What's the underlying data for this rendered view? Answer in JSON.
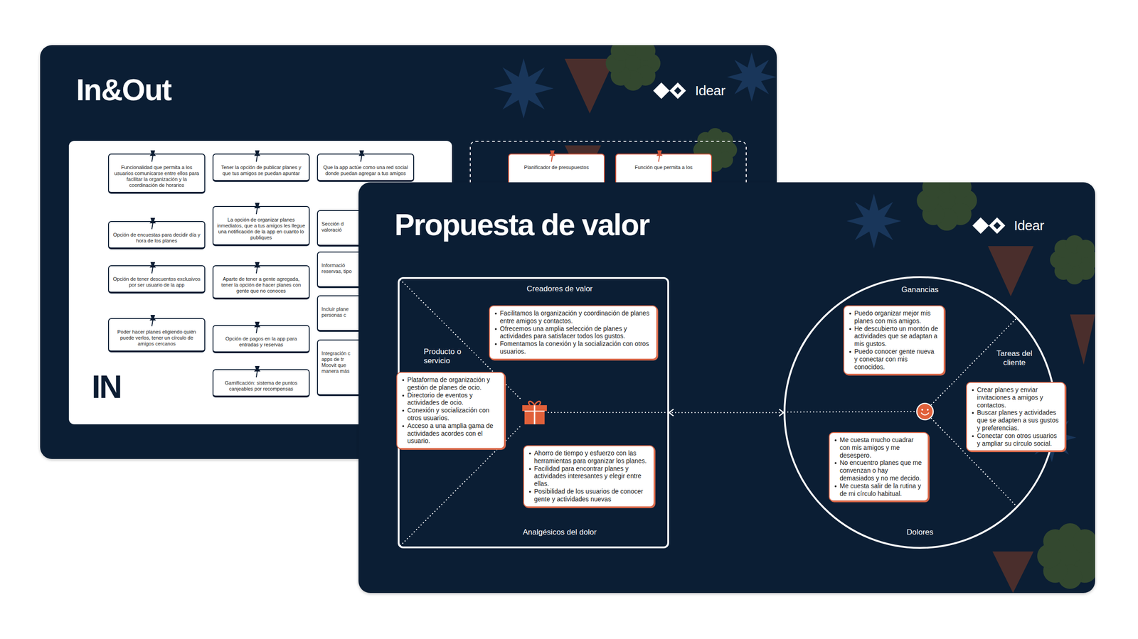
{
  "diagram": {
    "nodes": [
      {
        "text": [
          "In&Out",
          "Idear"
        ]
      },
      {
        "text": [
          "IN"
        ],
        "in": 0
      },
      {
        "text": [
          "Funcionalidad que permita a los usuarios comunicarse entre ellos para facilitar la organización y la coordinación de horarios"
        ],
        "in": 1
      },
      {
        "text": [
          "Opción de encuestas para decidir día y hora de los planes"
        ],
        "in": 1
      },
      {
        "text": [
          "Opción de tener descuentos exclusivos por ser usuario de la app"
        ],
        "in": 1
      },
      {
        "text": [
          "Poder hacer planes eligiendo quién puede verlos, tener un círculo de amigos cercanos"
        ],
        "in": 1
      },
      {
        "text": [
          "Tener la opción de publicar planes y que tus amigos se puedan apuntar"
        ],
        "in": 1
      },
      {
        "text": [
          "La opción de organizar planes inmediatos, que a tus amigos les llegue una notificación de la app en cuanto lo publiques"
        ],
        "in": 1
      },
      {
        "text": [
          "Aparte de tener a gente agregada, tener la opción de hacer planes con gente que no conoces"
        ],
        "in": 1
      },
      {
        "text": [
          "Opción de pagos en la app para entradas y reservas"
        ],
        "in": 1
      },
      {
        "text": [
          "Gamificación: sistema de puntos canjeables por recompensas"
        ],
        "in": 1
      },
      {
        "text": [
          "Que la app actúe como una red social donde puedan agregar a tus amigos"
        ],
        "in": 1
      },
      {
        "text": [
          "Sección d valoració"
        ],
        "in": 1
      },
      {
        "text": [
          "Informació reservas, tipo"
        ],
        "in": 1
      },
      {
        "text": [
          "Incluir plane personas c"
        ],
        "in": 1
      },
      {
        "text": [
          "Integración c apps de tr Moovit que manera más"
        ],
        "in": 1
      },
      {
        "text": [
          "Planificador de presupuestos"
        ],
        "in": 0
      },
      {
        "text": [
          "Función que permita a los"
        ],
        "in": 0
      },
      {
        "text": [
          "Propuesta de valor",
          "Idear"
        ]
      },
      {
        "text": [
          "Creadores de valor",
          "Producto o servicio",
          "Analgésicos del dolor"
        ],
        "in": 18
      },
      {
        "text": [
          "Facilitamos la organización y coordinación de planes entre amigos y contactos.",
          "Ofrecemos una amplia selección de planes y actividades para satisfacer todos los gustos.",
          "Fomentamos la conexión y la socialización con otros usuarios."
        ],
        "in": 19
      },
      {
        "text": [
          "Plataforma de organización y gestión de planes de ocio.",
          "Directorio de eventos y actividades de ocio.",
          "Conexión y socialización con otros usuarios.",
          "Acceso a una amplia gama de actividades acordes con el usuario."
        ],
        "in": 19
      },
      {
        "text": [
          "Ahorro de tiempo y esfuerzo con las herramientas para organizar los planes.",
          "Facilidad para encontrar planes y actividades interesantes y elegir entre ellas.",
          "Posibilidad de los usuarios de conocer gente y actividades nuevas"
        ],
        "in": 19
      },
      {
        "text": [
          "Ganancias",
          "Tareas del cliente",
          "Dolores"
        ],
        "in": 18
      },
      {
        "text": [
          "Puedo organizar mejor mis planes con mis amigos.",
          "He descubierto un montón de actividades que se adaptan a mis gustos.",
          "Puedo conocer gente nueva y conectar con mis conocidos."
        ],
        "in": 23
      },
      {
        "text": [
          "Crear planes y enviar invitaciones a amigos y contactos.",
          "Buscar planes y actividades que se adapten a sus gustos y preferencias.",
          "Conectar con otros usuarios y ampliar su círculo social."
        ],
        "in": 23
      },
      {
        "text": [
          "Me cuesta mucho cuadrar con mis amigos y me desespero.",
          "No encuentro planes que me convenzan o hay demasiados y no me decido.",
          "Me cuesta salir de la rutina y de mi círculo habitual."
        ],
        "in": 23
      }
    ],
    "edges": [
      {
        "from": 19,
        "to": 23,
        "arrow": "both"
      }
    ]
  }
}
